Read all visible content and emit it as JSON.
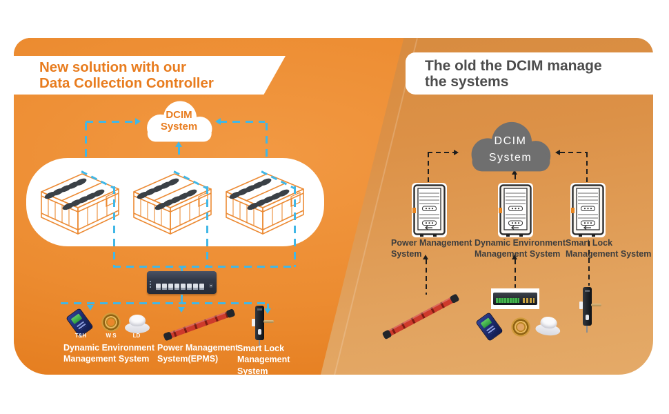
{
  "left_panel": {
    "title": "New solution with our\nData Collection Controller",
    "cloud_label": "DCIM\nSystem",
    "sensors": {
      "temperature_humidity": "T&H",
      "water_sensor": "W S",
      "leak_detector": "LD"
    },
    "systems": {
      "dynamic_environment": "Dynamic Environment\nManagement System",
      "power": "Power Management\nSystem(EPMS)",
      "smart_lock": "Smart Lock\nManagement\nSystem"
    }
  },
  "right_panel": {
    "title": "The old the DCIM manage\nthe systems",
    "cloud_label": "DCIM\nSystem",
    "systems": {
      "power": "Power Management\nSystem",
      "dynamic_environment": "Dynamic Environment\nManagement System",
      "smart_lock": "Smart Lock\nManagement System"
    }
  },
  "colors": {
    "left_accent_orange": "#e87c1e",
    "cyan_connector": "#41b7e6",
    "black_connector": "#1d1d1d",
    "cloud_gray": "#6f6f6f",
    "right_title_gray": "#4c4c4c"
  },
  "icons": {
    "dcim_cloud": "cloud-shape",
    "battery_rack": "isometric-battery-bank-line-art",
    "ethernet_switch": "8-port-network-switch",
    "temperature_humidity_sensor": "handheld-monitor",
    "water_sensor": "wire-coil-ring",
    "smoke_detector": "round-dome-detector",
    "power_strip": "diagonal-pdu-bar",
    "smart_lock": "vertical-cabinet-lock",
    "server_tower": "outlined-tower-pc",
    "rack_controller": "1u-terminal-device"
  }
}
